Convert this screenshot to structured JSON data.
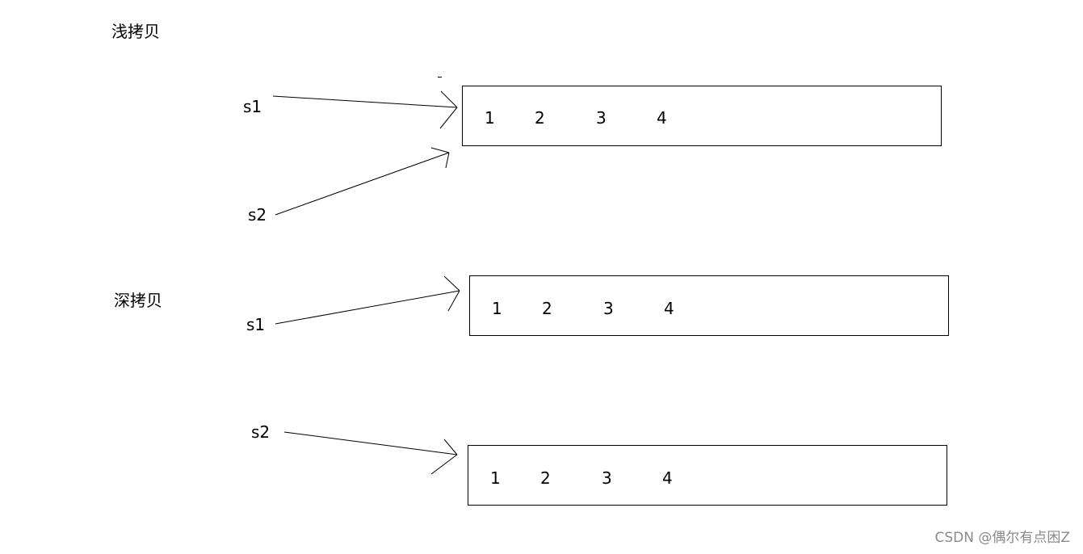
{
  "shallow": {
    "title": "浅拷贝",
    "s1": "s1",
    "s2": "s2",
    "box": [
      "1",
      "2",
      "3",
      "4"
    ]
  },
  "deep": {
    "title": "深拷贝",
    "s1": "s1",
    "s2": "s2",
    "box1": [
      "1",
      "2",
      "3",
      "4"
    ],
    "box2": [
      "1",
      "2",
      "3",
      "4"
    ]
  },
  "watermark": "CSDN @偶尔有点困Z"
}
